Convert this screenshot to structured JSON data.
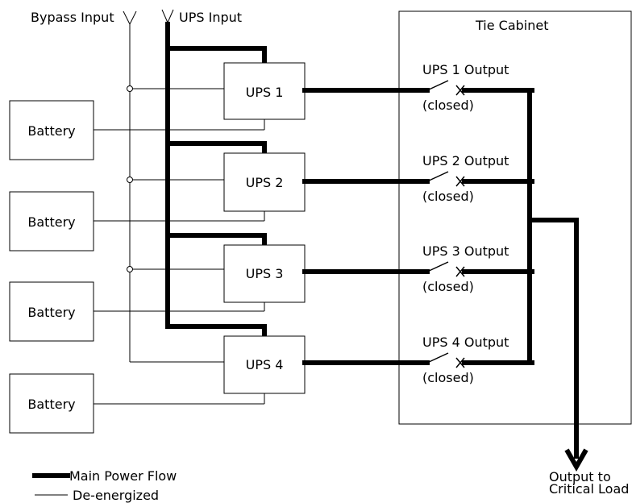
{
  "inputs": {
    "bypass_label": "Bypass Input",
    "ups_label": "UPS Input"
  },
  "tie_cabinet": {
    "title": "Tie Cabinet"
  },
  "ups_units": [
    {
      "label": "UPS 1",
      "battery_label": "Battery",
      "output_label": "UPS 1 Output",
      "breaker_state": "(closed)"
    },
    {
      "label": "UPS 2",
      "battery_label": "Battery",
      "output_label": "UPS 2 Output",
      "breaker_state": "(closed)"
    },
    {
      "label": "UPS 3",
      "battery_label": "Battery",
      "output_label": "UPS 3 Output",
      "breaker_state": "(closed)"
    },
    {
      "label": "UPS 4",
      "battery_label": "Battery",
      "output_label": "UPS 4 Output",
      "breaker_state": "(closed)"
    }
  ],
  "output": {
    "line1": "Output to",
    "line2": "Critical Load"
  },
  "legend": {
    "main_power_flow": "Main Power Flow",
    "de_energized": "De-energized"
  }
}
